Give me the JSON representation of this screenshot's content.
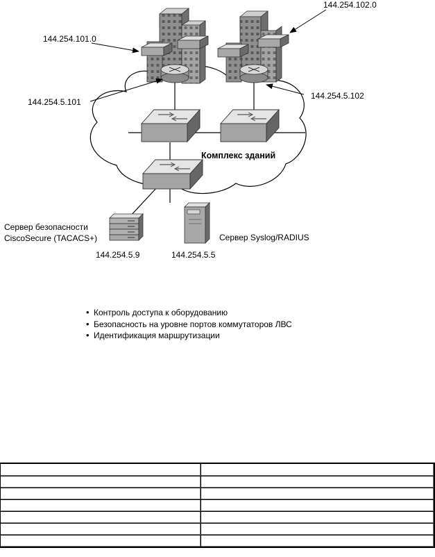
{
  "diagram": {
    "subnet_left": "144.254.101.0",
    "subnet_right": "144.254.102.0",
    "router_left_ip": "144.254.5.101",
    "router_right_ip": "144.254.5.102",
    "campus_label": "Комплекс зданий",
    "security_server_line1": "Сервер безопасности",
    "security_server_line2": "CiscoSecure (TACACS+)",
    "security_server_ip": "144.254.5.9",
    "syslog_server_label": "Сервер Syslog/RADIUS",
    "syslog_server_ip": "144.254.5.5"
  },
  "bullets": [
    "Контроль доступа к оборудованию",
    "Безопасность на уровне портов коммутаторов ЛВС",
    "Идентификация маршрутизации"
  ],
  "table": {
    "rows": [
      [
        "",
        ""
      ],
      [
        "",
        ""
      ],
      [
        "",
        ""
      ],
      [
        "",
        ""
      ],
      [
        "",
        ""
      ],
      [
        "",
        ""
      ],
      [
        "",
        ""
      ]
    ]
  }
}
